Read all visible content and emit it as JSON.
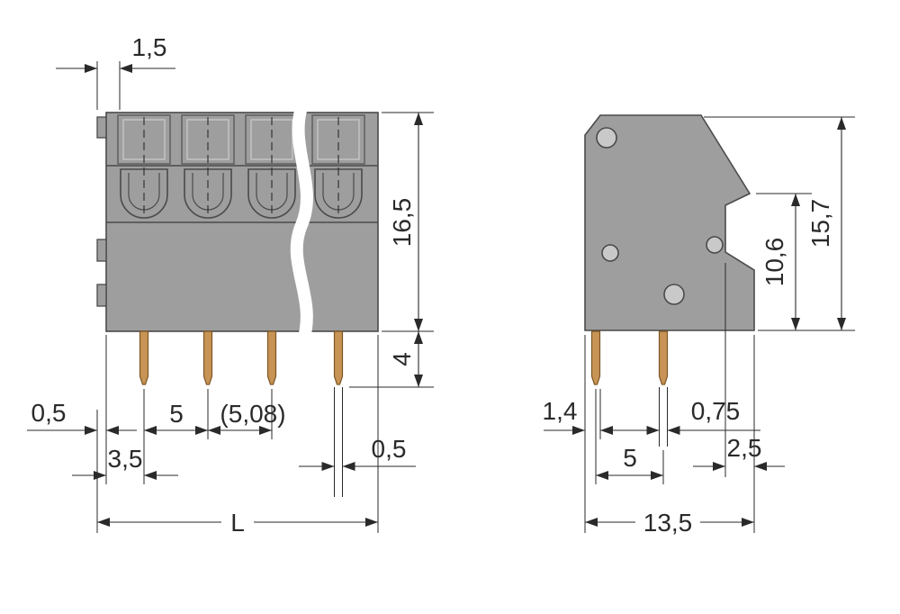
{
  "drawing_title": "terminal-block-dimensional-drawing",
  "front_view": {
    "labels": {
      "slot_width": "1,5",
      "body_height": "16,5",
      "pin_length": "4",
      "tab_depth": "0,5",
      "pitch": "5",
      "pitch_alt": "(5,08)",
      "edge_to_pin": "3,5",
      "pin_width": "0,5",
      "total_length": "L"
    }
  },
  "side_view": {
    "labels": {
      "pin_offset": "1,4",
      "pin_width": "0,75",
      "rear_depth": "2,5",
      "pin_pitch": "5",
      "total_depth": "13,5",
      "step_height": "10,6",
      "total_height": "15,7"
    }
  },
  "colors": {
    "body": "#9e9e9e",
    "body_light": "#c9c9c9",
    "pin": "#c79455",
    "pin_dark": "#7d5524",
    "line": "#4a4a4a",
    "dim": "#2a2a2a"
  }
}
